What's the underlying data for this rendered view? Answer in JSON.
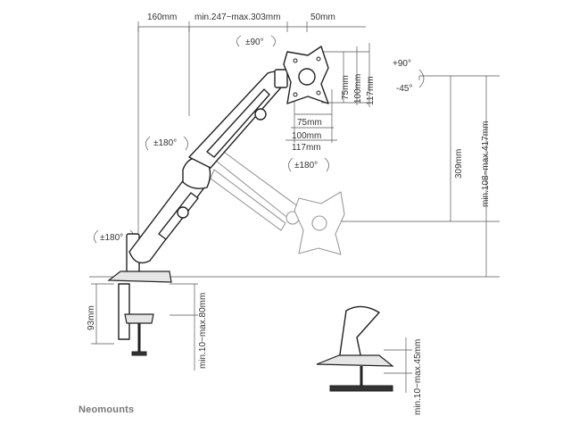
{
  "dimensions": {
    "base_offset": "160mm",
    "arm_reach": "min.247~max.303mm",
    "head_depth": "50mm",
    "vesa_v_75": "75mm",
    "vesa_v_100": "100mm",
    "vesa_v_117": "117mm",
    "vesa_h_75": "75mm",
    "vesa_h_100": "100mm",
    "vesa_h_117": "117mm",
    "height_travel": "309mm",
    "height_range": "min.108~max.417mm",
    "clamp_height": "93mm",
    "desk_clamp_range": "min.10~max.80mm",
    "grommet_range": "min.10~max.45mm"
  },
  "rotations": {
    "swivel_top": "±90°",
    "tilt_up": "+90°",
    "tilt_down": "-45°",
    "elbow": "±180°",
    "head_swivel": "±180°",
    "base": "±180°"
  },
  "brand": "Neomounts",
  "colors": {
    "line": "#222222",
    "ghost": "#9a9a9a",
    "brand": "#777777"
  }
}
